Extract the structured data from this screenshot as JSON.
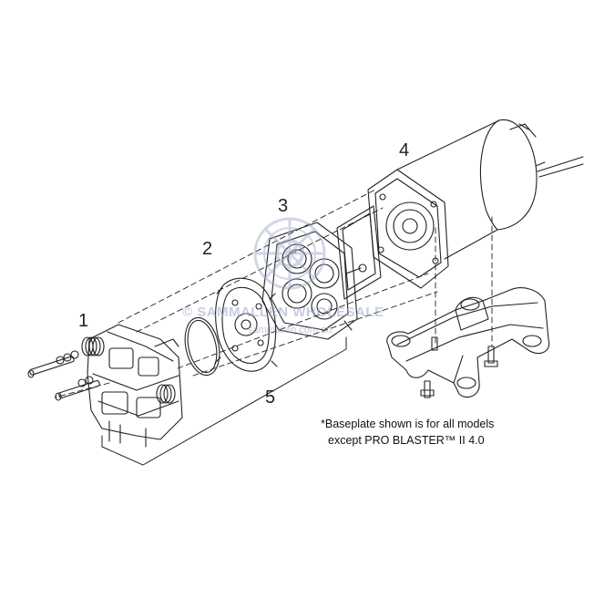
{
  "diagram": {
    "callouts": [
      {
        "id": "1",
        "label": "1"
      },
      {
        "id": "2",
        "label": "2"
      },
      {
        "id": "3",
        "label": "3"
      },
      {
        "id": "4",
        "label": "4"
      },
      {
        "id": "5",
        "label": "5"
      }
    ],
    "note": {
      "line1": "*Baseplate shown is for all models",
      "line2": "except PRO BLASTER™ II 4.0"
    },
    "watermark": {
      "text": "© SAMMALLEN WHOLESALE",
      "url": "sammallen.com.au"
    },
    "colors": {
      "line": "#222222",
      "watermark": "#9aa6c8"
    }
  }
}
